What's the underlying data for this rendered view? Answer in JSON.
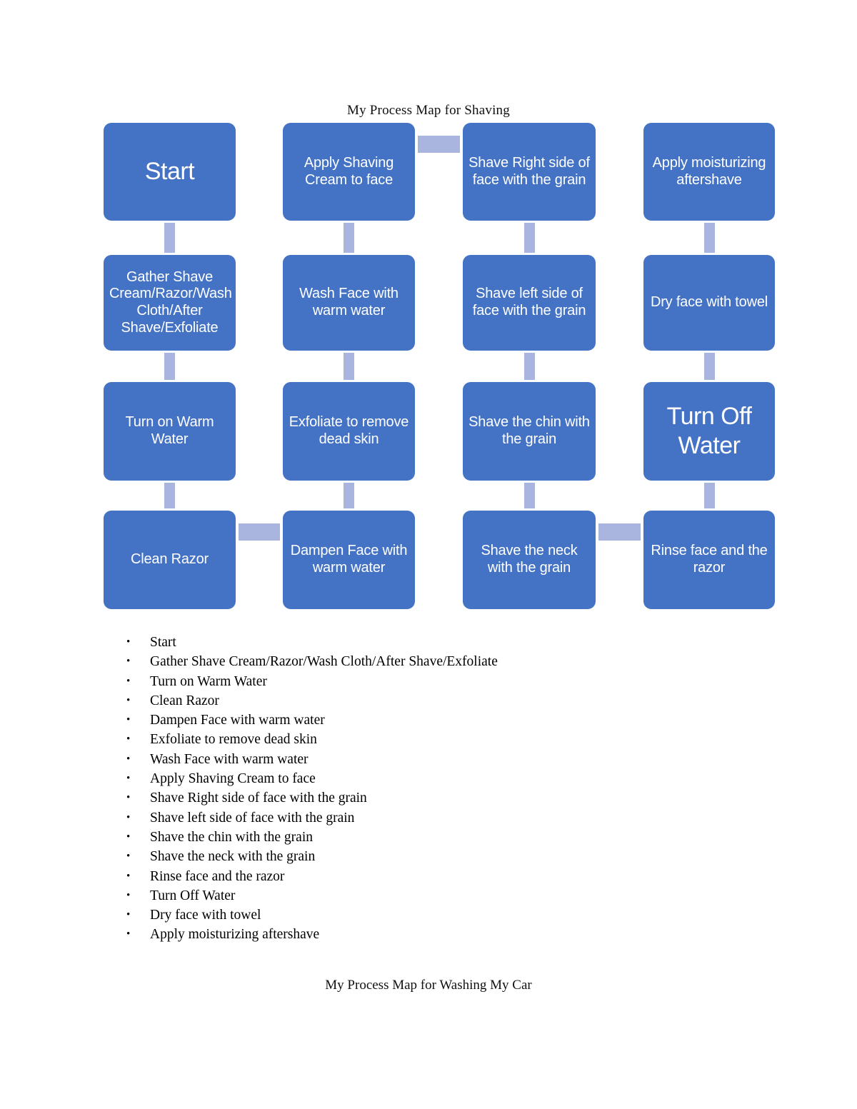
{
  "document": {
    "chart_title": "My Process Map for Shaving",
    "bottom_caption": "My Process Map for Washing My Car"
  },
  "theme": {
    "node_fill": "#4472C4",
    "node_text": "#FFFFFF",
    "connector_fill": "#A9B5DE",
    "page_background": "#FFFFFF",
    "body_text": "#000000"
  },
  "flowchart": {
    "columns": 4,
    "rows": 4,
    "nodes": [
      {
        "id": "n1",
        "col": 1,
        "row": 1,
        "label": "Start",
        "emphasis": "large"
      },
      {
        "id": "n2",
        "col": 1,
        "row": 2,
        "label": "Gather Shave Cream/Razor/Wash Cloth/After Shave/Exfoliate",
        "emphasis": "normal"
      },
      {
        "id": "n3",
        "col": 1,
        "row": 3,
        "label": "Turn on Warm Water",
        "emphasis": "normal"
      },
      {
        "id": "n4",
        "col": 1,
        "row": 4,
        "label": "Clean Razor",
        "emphasis": "normal"
      },
      {
        "id": "n5",
        "col": 2,
        "row": 1,
        "label": "Apply Shaving Cream to face",
        "emphasis": "normal"
      },
      {
        "id": "n6",
        "col": 2,
        "row": 2,
        "label": "Wash Face with warm water",
        "emphasis": "normal"
      },
      {
        "id": "n7",
        "col": 2,
        "row": 3,
        "label": "Exfoliate to remove dead skin",
        "emphasis": "normal"
      },
      {
        "id": "n8",
        "col": 2,
        "row": 4,
        "label": "Dampen Face with warm water",
        "emphasis": "normal"
      },
      {
        "id": "n9",
        "col": 3,
        "row": 1,
        "label": "Shave Right side of face with the grain",
        "emphasis": "normal"
      },
      {
        "id": "n10",
        "col": 3,
        "row": 2,
        "label": "Shave left side of face with the grain",
        "emphasis": "normal"
      },
      {
        "id": "n11",
        "col": 3,
        "row": 3,
        "label": "Shave the chin with the grain",
        "emphasis": "normal"
      },
      {
        "id": "n12",
        "col": 3,
        "row": 4,
        "label": "Shave the neck with the grain",
        "emphasis": "normal"
      },
      {
        "id": "n13",
        "col": 4,
        "row": 1,
        "label": "Apply moisturizing aftershave",
        "emphasis": "normal"
      },
      {
        "id": "n14",
        "col": 4,
        "row": 2,
        "label": "Dry face with towel",
        "emphasis": "normal"
      },
      {
        "id": "n15",
        "col": 4,
        "row": 3,
        "label": "Turn Off Water",
        "emphasis": "large"
      },
      {
        "id": "n16",
        "col": 4,
        "row": 4,
        "label": "Rinse face and the razor",
        "emphasis": "normal"
      }
    ],
    "connectors": [
      {
        "from": "n1",
        "to": "n2",
        "orientation": "vertical"
      },
      {
        "from": "n2",
        "to": "n3",
        "orientation": "vertical"
      },
      {
        "from": "n3",
        "to": "n4",
        "orientation": "vertical"
      },
      {
        "from": "n4",
        "to": "n8",
        "orientation": "horizontal"
      },
      {
        "from": "n5",
        "to": "n6",
        "orientation": "vertical"
      },
      {
        "from": "n6",
        "to": "n7",
        "orientation": "vertical"
      },
      {
        "from": "n7",
        "to": "n8",
        "orientation": "vertical"
      },
      {
        "from": "n5",
        "to": "n9",
        "orientation": "horizontal"
      },
      {
        "from": "n9",
        "to": "n10",
        "orientation": "vertical"
      },
      {
        "from": "n10",
        "to": "n11",
        "orientation": "vertical"
      },
      {
        "from": "n11",
        "to": "n12",
        "orientation": "vertical"
      },
      {
        "from": "n12",
        "to": "n16",
        "orientation": "horizontal"
      },
      {
        "from": "n13",
        "to": "n14",
        "orientation": "vertical"
      },
      {
        "from": "n14",
        "to": "n15",
        "orientation": "vertical"
      },
      {
        "from": "n15",
        "to": "n16",
        "orientation": "vertical"
      }
    ]
  },
  "steps": [
    "Start",
    "Gather Shave Cream/Razor/Wash Cloth/After Shave/Exfoliate",
    "Turn on Warm Water",
    "Clean Razor",
    "Dampen Face with warm water",
    "Exfoliate to remove dead skin",
    "Wash Face with warm water",
    "Apply Shaving Cream to face",
    "Shave Right side of face with the grain",
    "Shave left side of face with the grain",
    "Shave the chin with the grain",
    "Shave the neck with the grain",
    "Rinse face and the razor",
    "Turn Off Water",
    "Dry face with towel",
    "Apply moisturizing aftershave"
  ]
}
